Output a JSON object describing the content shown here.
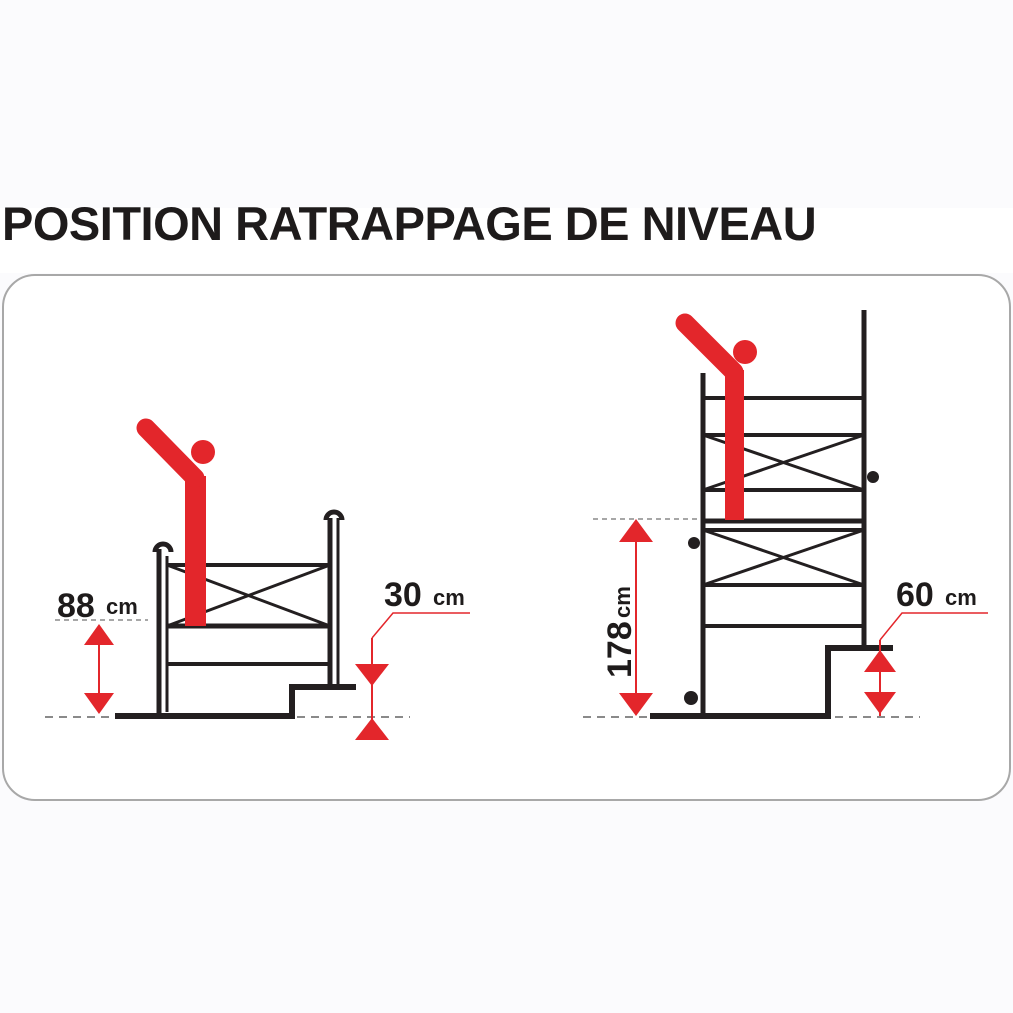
{
  "title": "POSITION RATRAPPAGE DE NIVEAU",
  "colors": {
    "accent": "#e3262b",
    "frame": "#231f20",
    "panel_border": "#a8a8a8",
    "text": "#1e1b1b"
  },
  "left_diagram": {
    "platform_height": {
      "value": "88",
      "unit": "cm"
    },
    "step_height": {
      "value": "30",
      "unit": "cm"
    }
  },
  "right_diagram": {
    "platform_height": {
      "value": "178",
      "unit": "cm"
    },
    "step_height": {
      "value": "60",
      "unit": "cm"
    }
  }
}
